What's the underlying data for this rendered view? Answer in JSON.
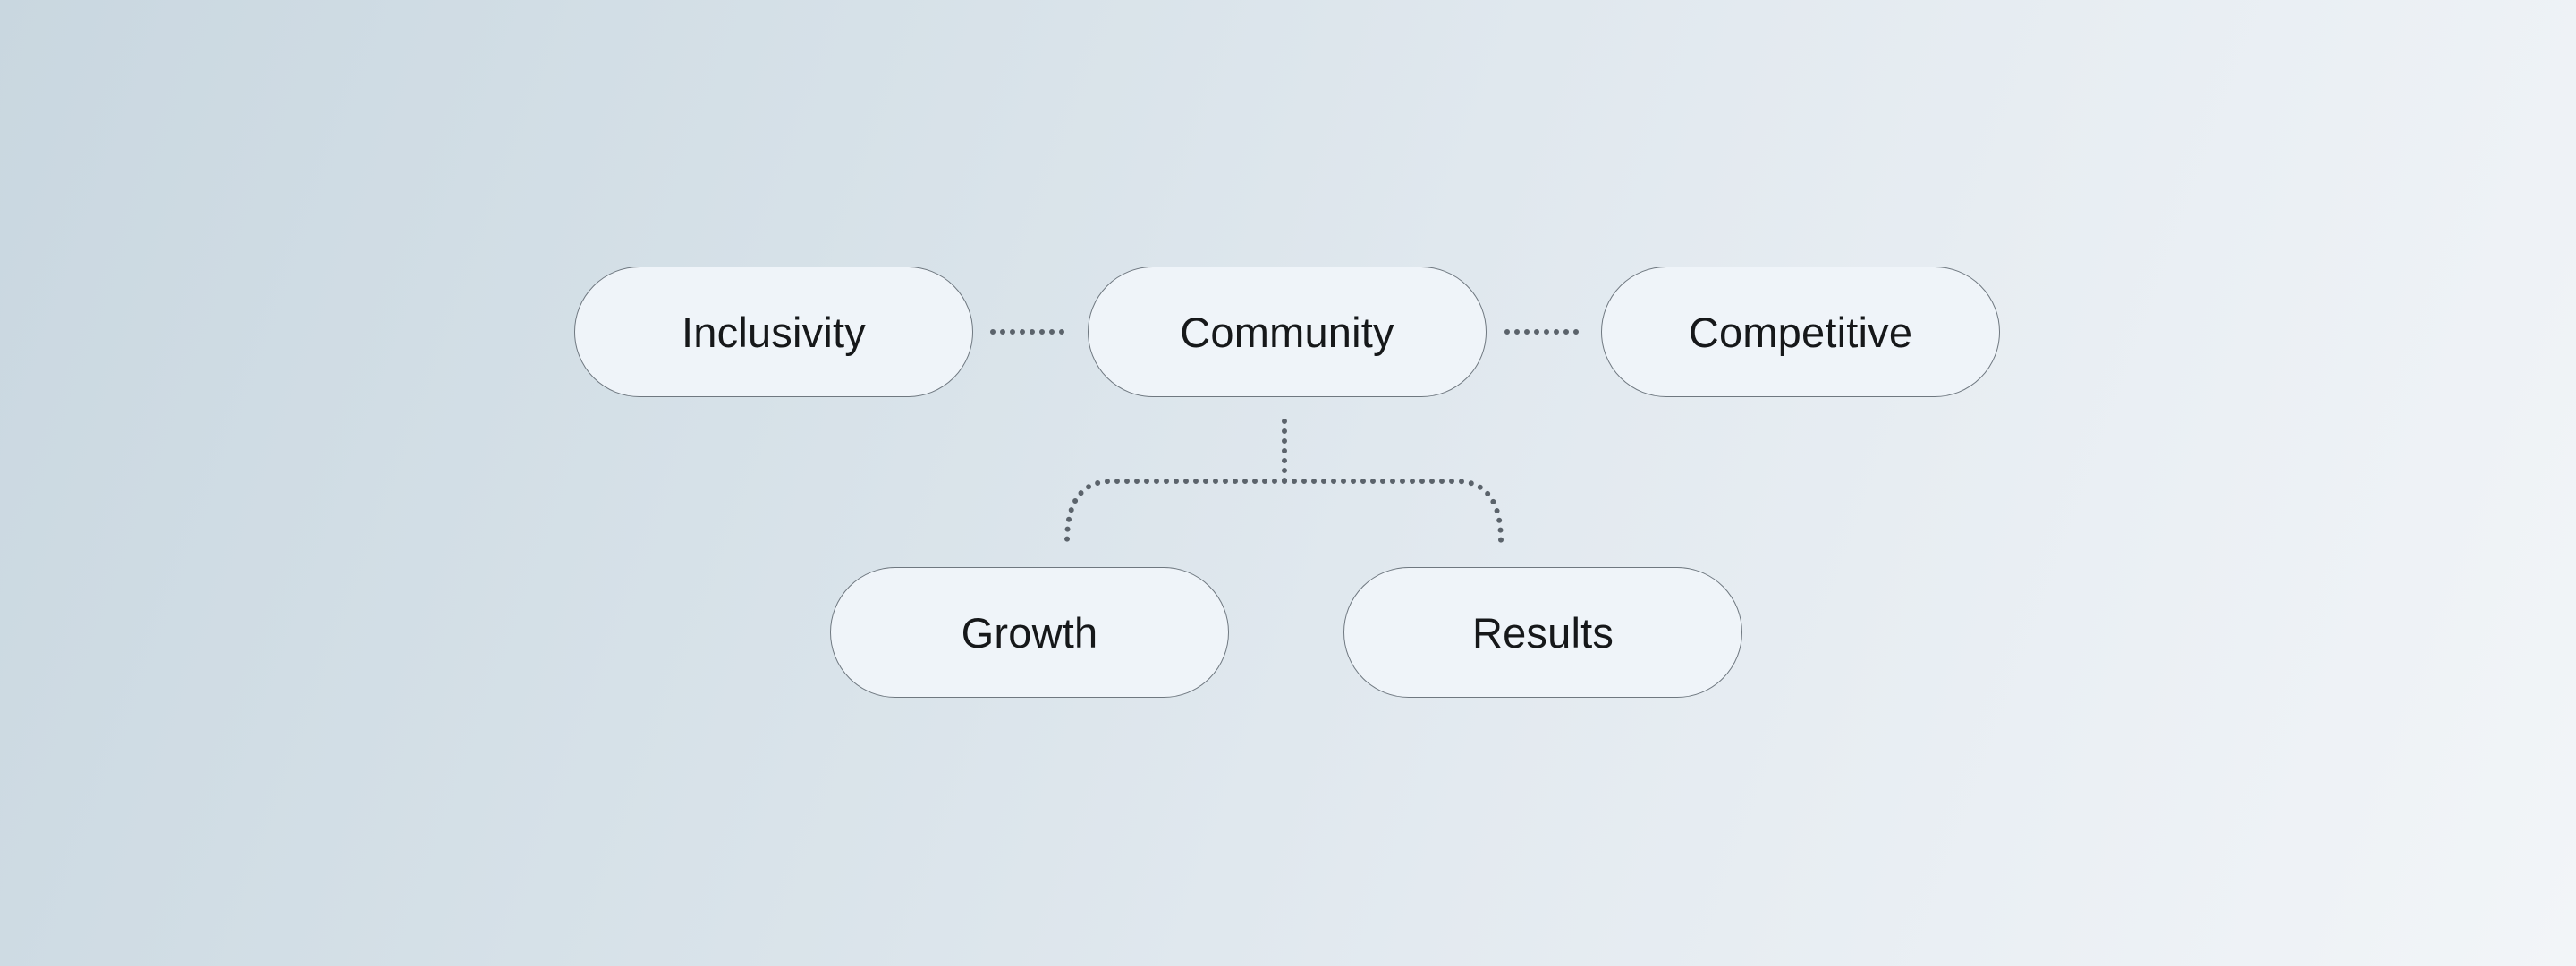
{
  "nodes": {
    "inclusivity": "Inclusivity",
    "community": "Community",
    "competitive": "Competitive",
    "growth": "Growth",
    "results": "Results"
  },
  "colors": {
    "pill_fill": "#eff4f9",
    "pill_border": "#6f7880",
    "connector": "#5b636b",
    "text": "#16181a"
  }
}
